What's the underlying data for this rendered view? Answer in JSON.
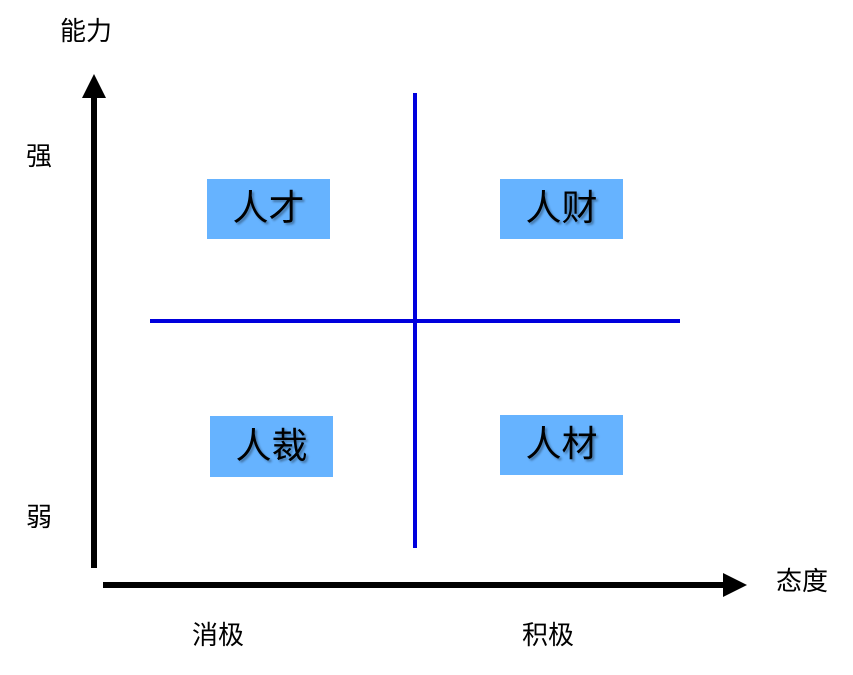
{
  "axes": {
    "y_label": "能力",
    "y_high": "强",
    "y_low": "弱",
    "x_label": "态度",
    "x_low": "消极",
    "x_high": "积极"
  },
  "quadrants": {
    "top_left": "人才",
    "top_right": "人财",
    "bottom_left": "人裁",
    "bottom_right": "人材"
  },
  "colors": {
    "axis": "#000000",
    "divider": "#0000dd",
    "box": "#66b3ff"
  }
}
